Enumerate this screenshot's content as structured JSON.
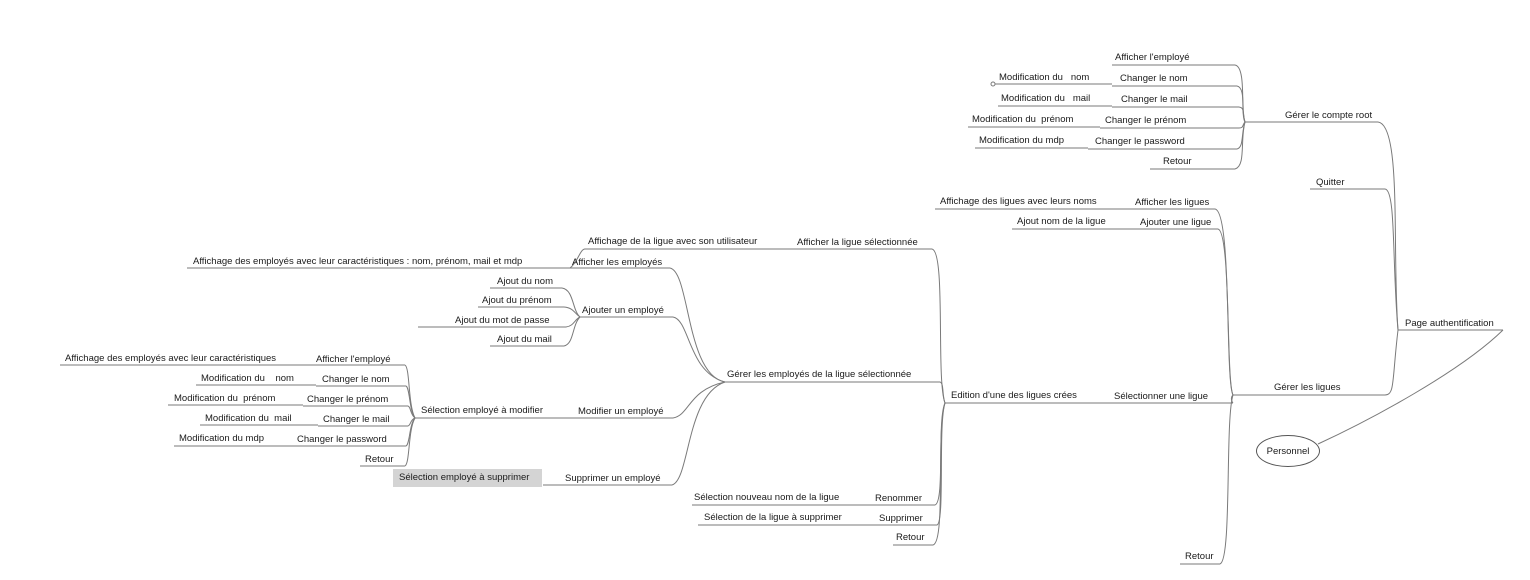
{
  "root": {
    "label": "Page authentification"
  },
  "floating": {
    "label": "Personnel"
  },
  "compte_root": {
    "label": "Gérer le compte root",
    "afficher": "Afficher l'employé",
    "rows": [
      {
        "action": "Changer le nom",
        "detail": "Modification du   nom"
      },
      {
        "action": "Changer le mail",
        "detail": "Modification du   mail"
      },
      {
        "action": "Changer le prénom",
        "detail": "Modification du  prénom"
      },
      {
        "action": "Changer le password",
        "detail": "Modification du mdp"
      }
    ],
    "retour": "Retour"
  },
  "quitter": "Quitter",
  "ligues": {
    "label": "Gérer les ligues",
    "afficher": {
      "label": "Afficher les ligues",
      "detail": "Affichage des ligues avec leurs noms"
    },
    "ajouter": {
      "label": "Ajouter une ligue",
      "detail": "Ajout nom de la ligue"
    },
    "selectionner": {
      "label": "Sélectionner une ligue",
      "edition": "Edition d'une des ligues crées"
    },
    "retour": "Retour"
  },
  "edition": {
    "afficher_ligue": {
      "label": "Afficher la ligue sélectionnée",
      "detail": "Affichage de la ligue avec son utilisateur"
    },
    "gerer_employes": "Gérer les employés de la ligue sélectionnée",
    "renommer": {
      "label": "Renommer",
      "detail": "Sélection nouveau nom de la ligue"
    },
    "supprimer": {
      "label": "Supprimer",
      "detail": "Sélection de la ligue à supprimer"
    },
    "retour": "Retour"
  },
  "employes": {
    "afficher": {
      "label": "Afficher les employés",
      "detail": "Affichage des employés avec leur caractéristiques : nom, prénom, mail et mdp"
    },
    "ajouter": {
      "label": "Ajouter un employé",
      "items": [
        "Ajout du nom",
        "Ajout du prénom",
        "Ajout du mot de passe",
        "Ajout du mail"
      ]
    },
    "modifier": {
      "label": "Modifier un employé",
      "selection": "Sélection employé à modifier",
      "afficher": {
        "label": "Afficher l'employé",
        "detail": "Affichage des employés avec leur caractéristiques"
      },
      "rows": [
        {
          "action": "Changer le nom",
          "detail": "Modification du    nom"
        },
        {
          "action": "Changer le prénom",
          "detail": "Modification du  prénom"
        },
        {
          "action": "Changer le mail",
          "detail": "Modification du  mail"
        },
        {
          "action": "Changer le password",
          "detail": "Modification du mdp"
        }
      ],
      "retour": "Retour"
    },
    "supprimer": {
      "label": "Supprimer un employé",
      "selection": "Sélection employé à supprimer"
    }
  }
}
